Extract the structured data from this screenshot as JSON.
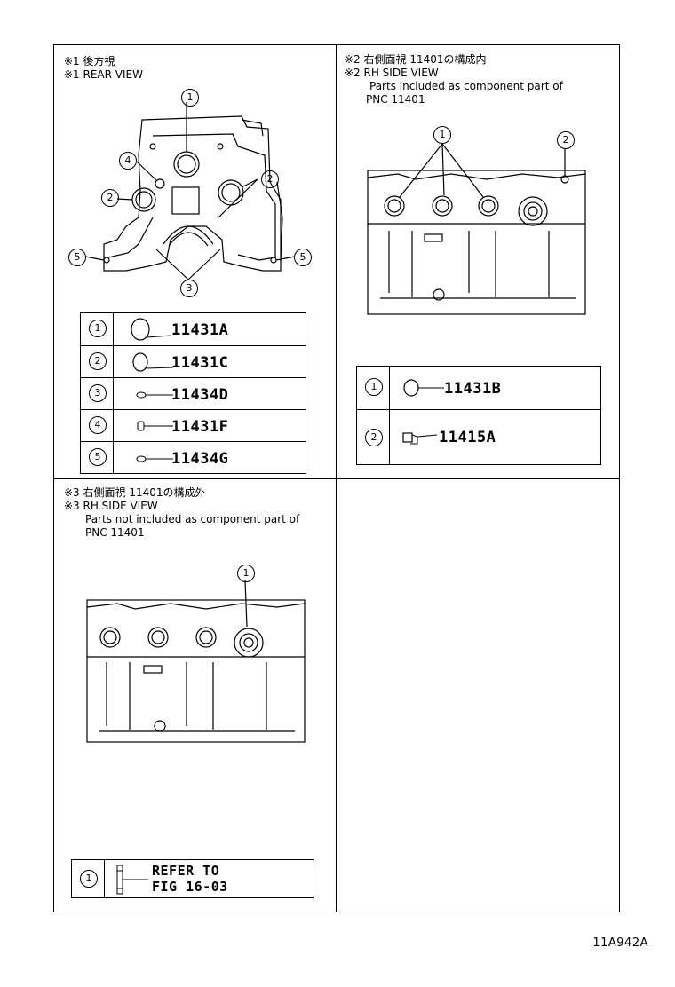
{
  "notes": {
    "rear": {
      "line1": "※1 後方視",
      "line2": "※1 REAR VIEW"
    },
    "rh_in": {
      "line1": "※2 右側面視 11401の構成内",
      "line2": "※2 RH SIDE VIEW",
      "line3": "Parts included as component part of",
      "line4": "PNC 11401"
    },
    "rh_out": {
      "line1": "※3 右側面視 11401の構成外",
      "line2": "※3 RH SIDE VIEW",
      "line3": "Parts not included as component part of",
      "line4": "PNC 11401"
    }
  },
  "rear_table": [
    {
      "num": "1",
      "part": "11431A",
      "icon": "large-plug-icon"
    },
    {
      "num": "2",
      "part": "11431C",
      "icon": "medium-plug-icon"
    },
    {
      "num": "3",
      "part": "11434D",
      "icon": "small-pin-icon"
    },
    {
      "num": "4",
      "part": "11431F",
      "icon": "small-plug-icon"
    },
    {
      "num": "5",
      "part": "11434G",
      "icon": "small-pin-icon"
    }
  ],
  "rh_in_table": [
    {
      "num": "1",
      "part": "11431B",
      "icon": "plug-icon"
    },
    {
      "num": "2",
      "part": "11415A",
      "icon": "bracket-icon"
    }
  ],
  "rh_out_table": [
    {
      "num": "1",
      "line1": "REFER TO",
      "line2": "FIG 16-03",
      "icon": "stud-bolt-icon"
    }
  ],
  "rear_callouts": {
    "c1": "1",
    "c2a": "2",
    "c2b": "2",
    "c3": "3",
    "c4": "4",
    "c5a": "5",
    "c5b": "5"
  },
  "rh_in_callouts": {
    "c1": "1",
    "c2": "2"
  },
  "rh_out_callouts": {
    "c1": "1"
  },
  "figure_id": "11A942A"
}
